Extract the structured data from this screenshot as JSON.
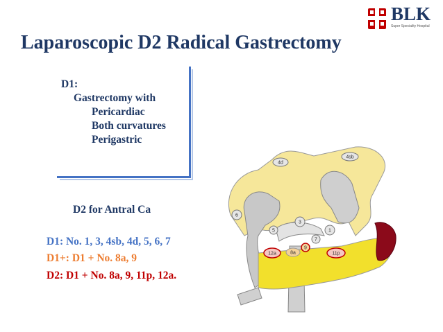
{
  "logo": {
    "name": "BLK",
    "subtitle": "Super Speciality Hospital",
    "color": "#1f3864",
    "accent": "#c00000"
  },
  "slide": {
    "title": "Laparoscopic D2  Radical Gastrectomy",
    "d1_box": {
      "heading": "D1:",
      "line1": "Gastrectomy with",
      "items": [
        "Pericardiac",
        "Both curvatures",
        "Perigastric"
      ]
    },
    "d2_antral": "D2 for Antral Ca",
    "definitions": {
      "d1": "D1: No. 1, 3, 4sb, 4d, 5, 6, 7",
      "d1_plus": "D1+: D1 + No. 8a, 9",
      "d2": "D2: D1 + No. 8a, 9, 11p, 12a."
    },
    "colors": {
      "title": "#1f3864",
      "d1": "#4472c4",
      "d1_plus": "#ed7d31",
      "d2": "#c00000"
    }
  },
  "diagram": {
    "node_labels": {
      "n4d": "4d",
      "n4sb": "4sb",
      "n6": "6",
      "n3": "3",
      "n5": "5",
      "n1": "1",
      "n7": "7",
      "n9": "9",
      "n12a": "12a",
      "n8a": "8a",
      "n11p": "11p"
    }
  }
}
